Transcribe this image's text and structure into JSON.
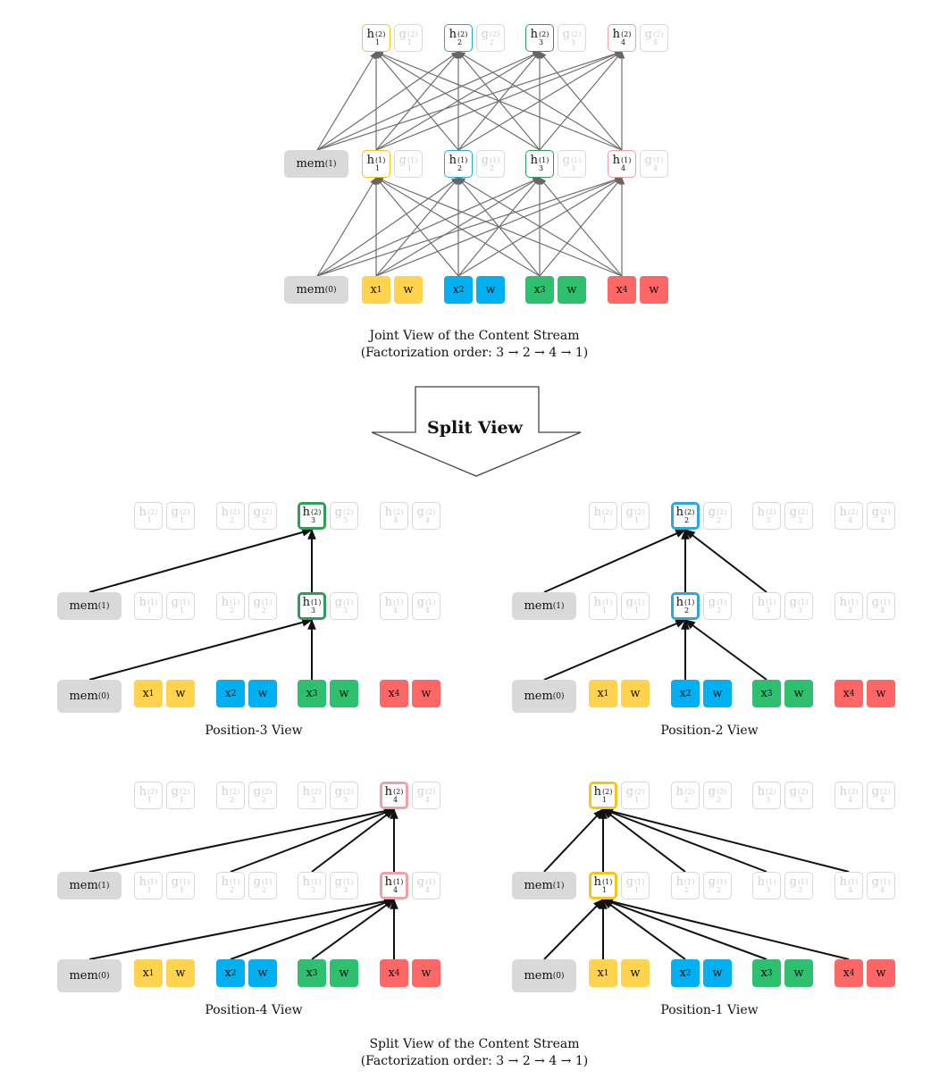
{
  "colors": {
    "yellow": "#ffd34d",
    "blue": "#00b0f0",
    "green": "#2ebf6f",
    "red": "#ff6666",
    "gray": "#d9d9d9",
    "ring_yellow": "#f5c518",
    "ring_blue": "#29a9e0",
    "ring_green": "#2e9e57",
    "ring_red": "#f0a0a6"
  },
  "labels": {
    "mem0": "mem",
    "mem0_sup": "(0)",
    "mem1": "mem",
    "mem1_sup": "(1)",
    "h": "h",
    "g": "g",
    "x": "x",
    "w": "w"
  },
  "joint": {
    "caption_line1": "Joint View of the Content Stream",
    "caption_line2": "(Factorization order: 3 → 2 → 4 → 1)"
  },
  "split_arrow_label": "Split View",
  "panels": [
    {
      "id": "pos3",
      "caption": "Position-3 View",
      "target": 3,
      "top_sources": [
        "mem1",
        "h1_3"
      ],
      "bottom_sources": [
        "mem0",
        "x3"
      ]
    },
    {
      "id": "pos2",
      "caption": "Position-2 View",
      "target": 2,
      "top_sources": [
        "mem1",
        "h1_2",
        "h1_3"
      ],
      "bottom_sources": [
        "mem0",
        "x2",
        "x3"
      ]
    },
    {
      "id": "pos4",
      "caption": "Position-4 View",
      "target": 4,
      "top_sources": [
        "mem1",
        "h1_2",
        "h1_3",
        "h1_4"
      ],
      "bottom_sources": [
        "mem0",
        "x2",
        "x3",
        "x4"
      ]
    },
    {
      "id": "pos1",
      "caption": "Position-1 View",
      "target": 1,
      "top_sources": [
        "mem1",
        "h1_1",
        "h1_2",
        "h1_3",
        "h1_4"
      ],
      "bottom_sources": [
        "mem0",
        "x1",
        "x2",
        "x3",
        "x4"
      ]
    }
  ],
  "split": {
    "caption_line1": "Split View of the Content Stream",
    "caption_line2": "(Factorization order: 3 → 2 → 4 → 1)"
  }
}
